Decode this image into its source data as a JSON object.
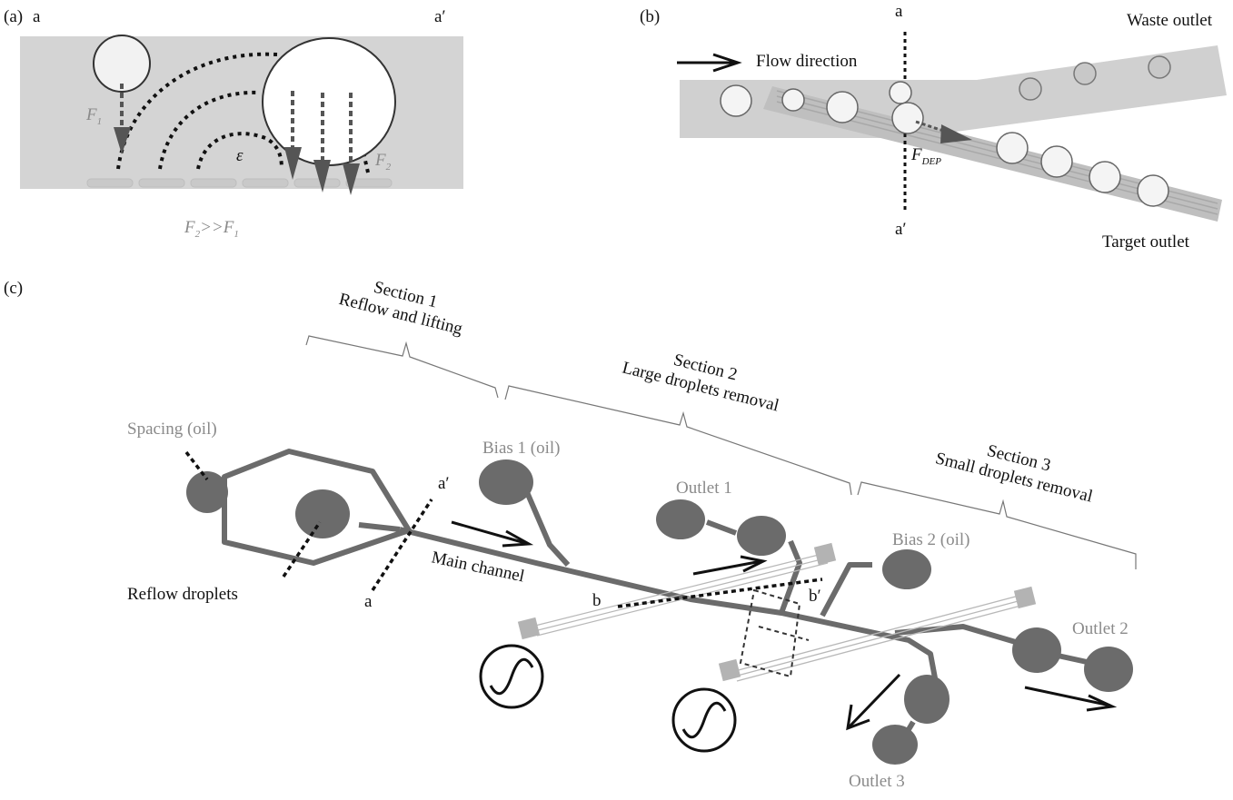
{
  "figure": {
    "panel_a": {
      "tag": "(a)",
      "left_marker": "a",
      "right_marker": "a′",
      "force_small": "F",
      "force_small_sub": "1",
      "force_large": "F",
      "force_large_sub": "2",
      "epsilon": "ε",
      "relation_f2": "F",
      "relation_f2_sub": "2",
      "relation_op": ">>",
      "relation_f1": "F",
      "relation_f1_sub": "1"
    },
    "panel_b": {
      "tag": "(b)",
      "top_marker": "a",
      "bottom_marker": "a′",
      "flow_label": "Flow direction",
      "waste_outlet": "Waste outlet",
      "target_outlet": "Target outlet",
      "force": "F",
      "force_sub": "DEP"
    },
    "panel_c": {
      "tag": "(c)",
      "sections": [
        {
          "title": "Section 1",
          "subtitle": "Reflow and lifting"
        },
        {
          "title": "Section 2",
          "subtitle": "Large droplets removal"
        },
        {
          "title": "Section 3",
          "subtitle": "Small droplets removal"
        }
      ],
      "labels": {
        "spacing": "Spacing (oil)",
        "reflow": "Reflow droplets",
        "bias1": "Bias 1 (oil)",
        "bias2": "Bias 2 (oil)",
        "outlet1": "Outlet 1",
        "outlet2": "Outlet 2",
        "outlet3": "Outlet 3",
        "main_channel": "Main channel",
        "marker_a": "a",
        "marker_a_prime": "a′",
        "marker_b": "b",
        "marker_b_prime": "b′"
      }
    }
  },
  "colors": {
    "channel": "#6b6b6b",
    "panel_bg": "#d4d4d4",
    "gray_text": "#8a8a8a",
    "electrode": "#b8b8b8"
  }
}
